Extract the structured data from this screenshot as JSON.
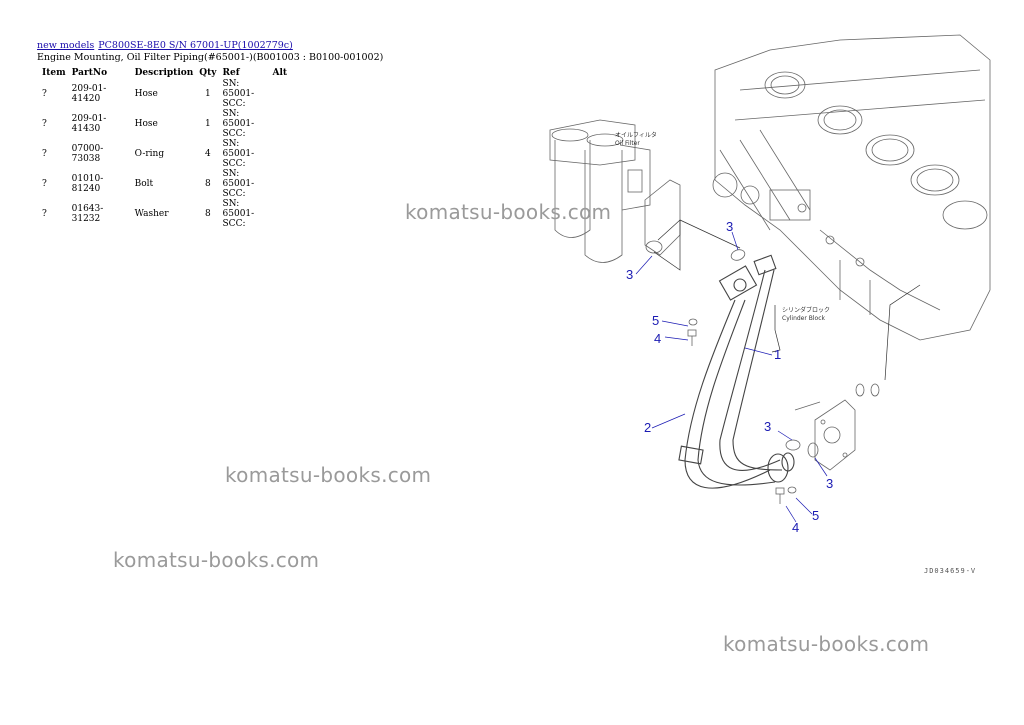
{
  "breadcrumb": {
    "link1": "new models",
    "link2": "PC800SE-8E0 S/N 67001-UP(1002779c)"
  },
  "subtitle": "Engine Mounting, Oil Filter Piping(#65001-)(B001003 : B0100-001002)",
  "table": {
    "headers": [
      "Item",
      "PartNo",
      "Description",
      "Qty",
      "Ref",
      "Alt"
    ],
    "rows": [
      {
        "item": "?",
        "part": "209-01-41420",
        "desc": "Hose",
        "qty": "1",
        "ref": "SN: 65001-SCC:",
        "alt": ""
      },
      {
        "item": "?",
        "part": "209-01-41430",
        "desc": "Hose",
        "qty": "1",
        "ref": "SN: 65001-SCC:",
        "alt": ""
      },
      {
        "item": "?",
        "part": "07000-73038",
        "desc": "O-ring",
        "qty": "4",
        "ref": "SN: 65001-SCC:",
        "alt": ""
      },
      {
        "item": "?",
        "part": "01010-81240",
        "desc": "Bolt",
        "qty": "8",
        "ref": "SN: 65001-SCC:",
        "alt": ""
      },
      {
        "item": "?",
        "part": "01643-31232",
        "desc": "Washer",
        "qty": "8",
        "ref": "SN: 65001-SCC:",
        "alt": ""
      }
    ]
  },
  "watermark": "komatsu-books.com",
  "diagram": {
    "labels": {
      "oil_filter_jp": "オイルフィルタ",
      "oil_filter_en": "Oil Filter",
      "cyl_block_jp": "シリンダブロック",
      "cyl_block_en": "Cylinder Block"
    },
    "callouts": [
      "1",
      "2",
      "3",
      "4",
      "5"
    ],
    "figure_number": "JD034659-V"
  }
}
